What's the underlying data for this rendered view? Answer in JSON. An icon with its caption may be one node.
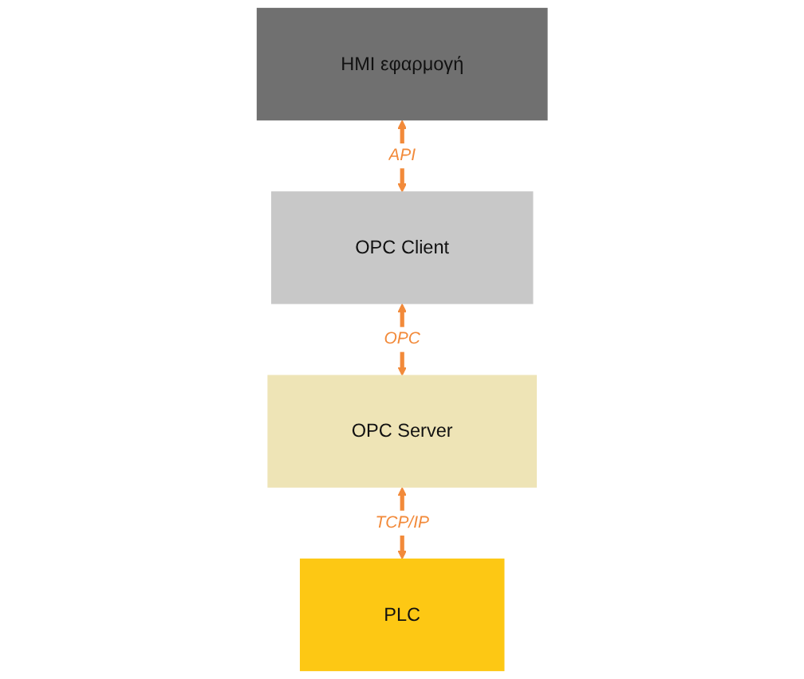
{
  "diagram": {
    "nodes": [
      {
        "text": [
          "HMI εφαρμογή"
        ]
      },
      {
        "text": [
          "OPC Client"
        ]
      },
      {
        "text": [
          "OPC Server"
        ]
      },
      {
        "text": [
          "PLC"
        ]
      }
    ],
    "edges": [
      {
        "from": 0,
        "to": 1,
        "arrow": "both",
        "label": "API"
      },
      {
        "from": 1,
        "to": 2,
        "arrow": "both",
        "label": "OPC"
      },
      {
        "from": 2,
        "to": 3,
        "arrow": "both",
        "label": "TCP/IP"
      }
    ]
  }
}
